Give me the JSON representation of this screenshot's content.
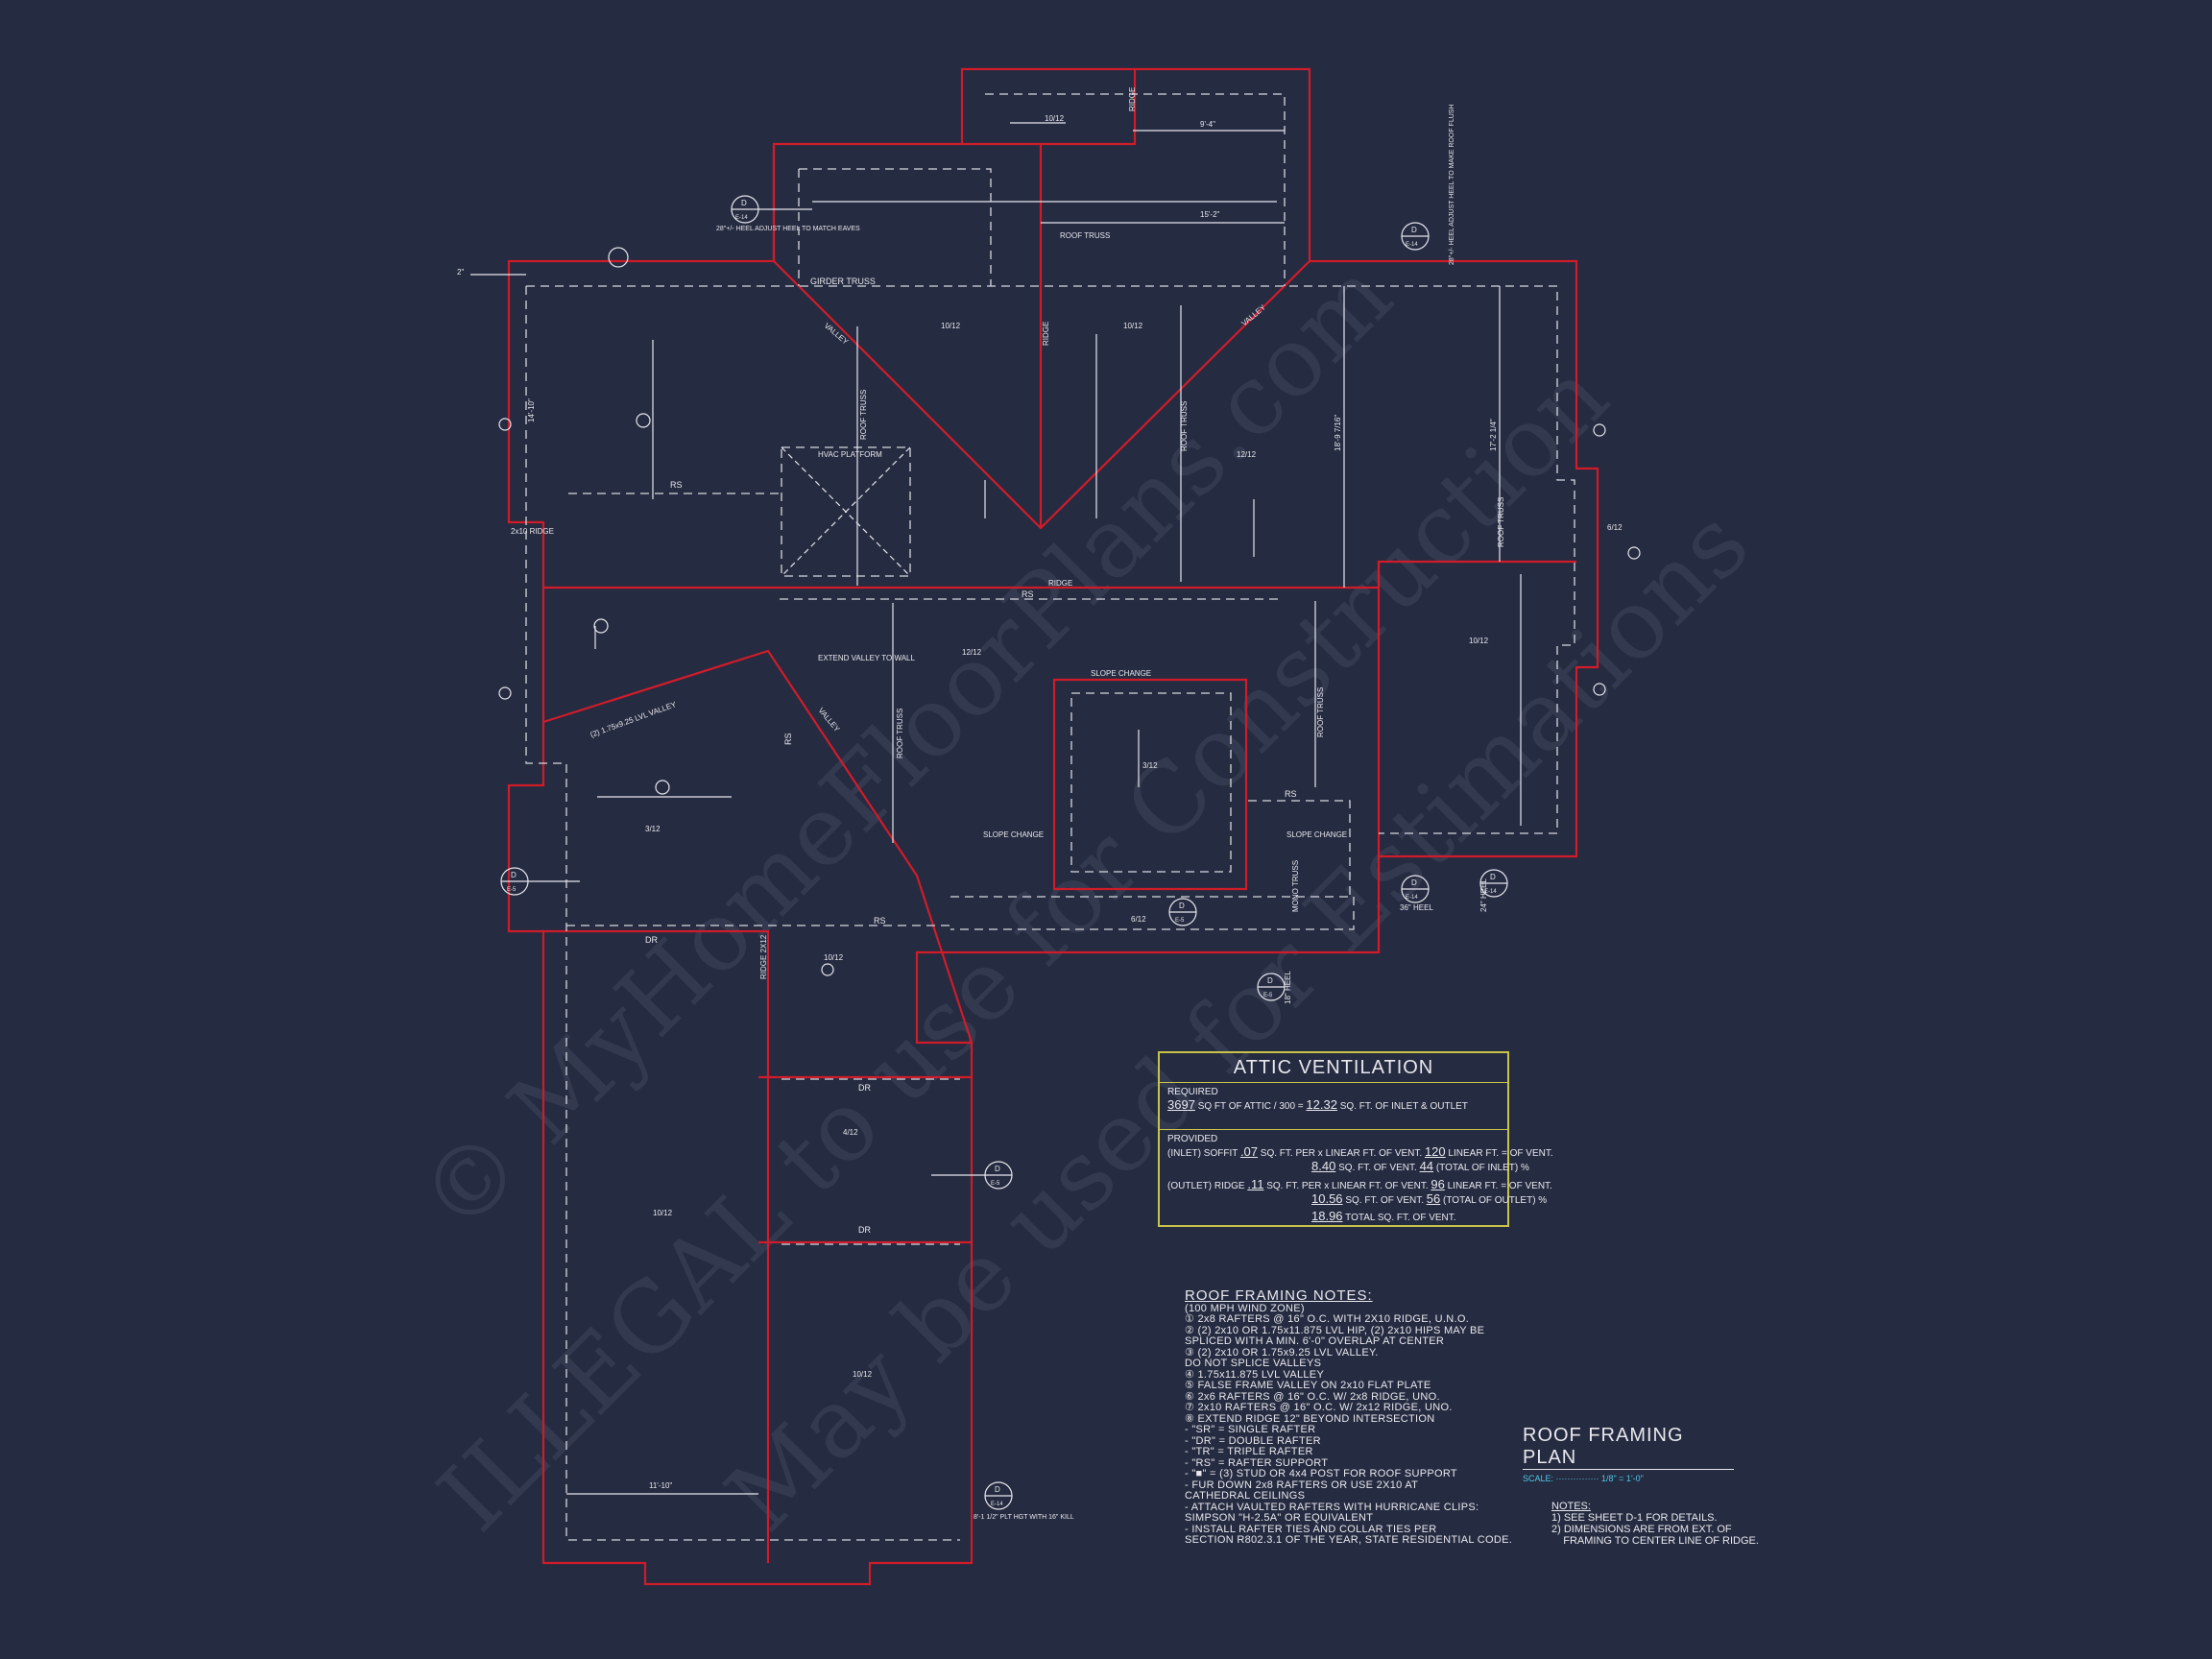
{
  "watermark": {
    "line1": "© MyHomeFloorPlans.com",
    "line2": "ILLEGAL to use for Construction",
    "line3": "May be used for Estimations"
  },
  "labels": {
    "girder_truss": "GIRDER TRUSS",
    "hvac_platform": "HVAC PLATFORM",
    "valley": "VALLEY",
    "ridge": "RIDGE",
    "roof_truss": "ROOF TRUSS",
    "rs": "RS",
    "dr": "DR",
    "slope_change": "SLOPE CHANGE",
    "extend_valley": "EXTEND VALLEY TO WALL",
    "lvl_valley": "(2) 1.75x9.25 LVL VALLEY",
    "ridge_2x10": "2x10 RIDGE",
    "ridge_2x12": "RIDGE 2X12",
    "mono_truss": "MONO TRUSS",
    "heel_note_1": "28\"+/- HEEL ADJUST HEEL TO MATCH EAVES",
    "heel_note_2": "28\"+/- HEEL ADJUST HEEL TO MAKE ROOF FLUSH",
    "heel_36": "36\" HEEL",
    "heel_24": "24\" HEEL",
    "heel_18": "18\" HEEL",
    "plt_hgt": "8'-1 1/2\" PLT HGT WITH 16\" KILL",
    "dim_9_4": "9'-4\"",
    "dim_15_2": "15'-2\"",
    "dim_18_9": "18'-9 7/16\"",
    "dim_17_2": "17'-2 1/4\"",
    "dim_14_10": "14'-10\"",
    "dim_11_10": "11'-10\"",
    "dim_2": "2\"",
    "slope_10_12": "10/12",
    "slope_12_12": "12/12",
    "slope_3_12": "3/12",
    "slope_6_12": "6/12",
    "slope_4_12": "4/12",
    "detail_d": "D",
    "detail_e14": "E-14",
    "detail_e5": "E-5"
  },
  "attic_ventilation": {
    "title": "ATTIC VENTILATION",
    "required_label": "REQUIRED",
    "attic_sqft": "3697",
    "attic_text": "SQ FT OF ATTIC / 300 =",
    "required_sqft": "12.32",
    "required_text": "SQ. FT. OF INLET & OUTLET",
    "provided_label": "PROVIDED",
    "inlet_label": "(INLET) SOFFIT",
    "inlet_rate": ".07",
    "rate_text": "SQ. FT. PER x LINEAR FT. OF VENT.",
    "inlet_lf": "120",
    "lf_text": "LINEAR FT. = OF VENT.",
    "inlet_sqft": "8.40",
    "sqft_text": "SQ. FT. OF VENT.",
    "inlet_pct": "44",
    "inlet_total_text": "(TOTAL OF INLET) %",
    "outlet_label": "(OUTLET) RIDGE",
    "outlet_rate": ".11",
    "outlet_lf": "96",
    "outlet_sqft": "10.56",
    "outlet_pct": "56",
    "outlet_total_text": "(TOTAL OF OUTLET) %",
    "total_sqft": "18.96",
    "total_text": "TOTAL SQ. FT. OF VENT."
  },
  "roof_notes": {
    "title": "ROOF FRAMING NOTES:",
    "items": [
      "(100 MPH WIND ZONE)",
      "① 2x8 RAFTERS @ 16\" O.C. WITH 2X10 RIDGE, U.N.O.",
      "② (2) 2x10 OR 1.75x11.875 LVL HIP, (2) 2x10 HIPS MAY BE",
      "    SPLICED WITH A MIN. 6'-0\" OVERLAP AT CENTER",
      "③ (2) 2x10 OR 1.75x9.25 LVL VALLEY.",
      "    DO NOT SPLICE VALLEYS",
      "④ 1.75x11.875 LVL VALLEY",
      "⑤ FALSE FRAME VALLEY ON 2x10 FLAT PLATE",
      "⑥ 2x6 RAFTERS @ 16\" O.C. W/ 2x8 RIDGE, UNO.",
      "⑦ 2x10 RAFTERS @ 16\" O.C. W/ 2x12 RIDGE, UNO.",
      "⑧ EXTEND RIDGE 12\" BEYOND INTERSECTION",
      "-  \"SR\" = SINGLE RAFTER",
      "-  \"DR\" = DOUBLE RAFTER",
      "-  \"TR\" = TRIPLE RAFTER",
      "-  \"RS\" = RAFTER SUPPORT",
      "-  \"■\" = (3) STUD OR 4x4 POST FOR ROOF SUPPORT",
      "-  FUR DOWN 2x8 RAFTERS OR USE 2X10 AT",
      "    CATHEDRAL CEILINGS",
      "-  ATTACH VAULTED RAFTERS WITH HURRICANE CLIPS:",
      "    SIMPSON \"H-2.5A\" OR EQUIVALENT",
      "-  INSTALL RAFTER TIES AND COLLAR TIES PER",
      "    SECTION R802.3.1 OF THE YEAR, STATE RESIDENTIAL CODE."
    ]
  },
  "plan_title": {
    "title": "ROOF FRAMING PLAN",
    "scale_label": "SCALE: ··············· 1/8\" = 1'-0\""
  },
  "general_notes": {
    "title": "NOTES:",
    "items": [
      "1) SEE SHEET D-1 FOR DETAILS.",
      "2) DIMENSIONS ARE FROM EXT. OF",
      "    FRAMING TO CENTER LINE OF RIDGE."
    ]
  }
}
